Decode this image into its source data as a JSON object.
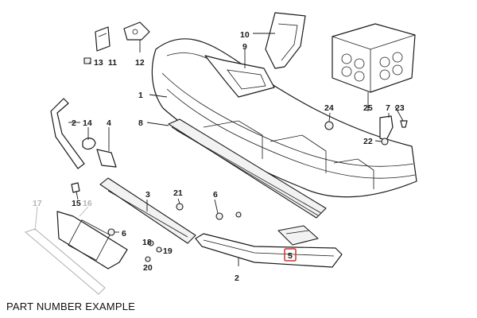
{
  "caption": "PART NUMBER EXAMPLE",
  "highlighted_callout": "5",
  "colors": {
    "ink": "#1a1a1a",
    "faded": "#b3b3b3",
    "highlight": "#d0342c"
  },
  "callouts": {
    "c1": "1",
    "c2a": "2",
    "c2b": "2",
    "c3": "3",
    "c4": "4",
    "c5": "5",
    "c6a": "6",
    "c6b": "6",
    "c7": "7",
    "c8": "8",
    "c9": "9",
    "c10": "10",
    "c11": "11",
    "c12": "12",
    "c13": "13",
    "c14": "14",
    "c15": "15",
    "c16": "16",
    "c17": "17",
    "c18": "18",
    "c19": "19",
    "c20": "20",
    "c21": "21",
    "c22": "22",
    "c23": "23",
    "c24": "24",
    "c25": "25"
  }
}
